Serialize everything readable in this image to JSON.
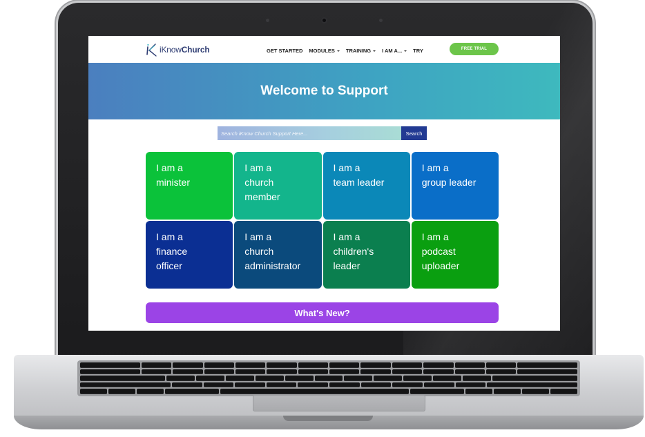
{
  "brand": {
    "name_prefix": "iKnow",
    "name_suffix": "Church"
  },
  "nav": {
    "items": [
      {
        "label": "GET STARTED",
        "dropdown": false
      },
      {
        "label": "MODULES",
        "dropdown": true
      },
      {
        "label": "TRAINING",
        "dropdown": true
      },
      {
        "label": "I AM A...",
        "dropdown": true
      },
      {
        "label": "TRY",
        "dropdown": false
      }
    ],
    "cta_label": "FREE TRIAL"
  },
  "hero": {
    "title": "Welcome to Support"
  },
  "search": {
    "placeholder": "Search iKnow Church Support Here...",
    "button_label": "Search"
  },
  "tiles": [
    {
      "label": "I am a\nminister",
      "color": "#0bc23a"
    },
    {
      "label": "I am a\nchurch\nmember",
      "color": "#13b58c"
    },
    {
      "label": "I am a\nteam leader",
      "color": "#0b88b8"
    },
    {
      "label": "I am a\ngroup leader",
      "color": "#0a6ec8"
    },
    {
      "label": "I am a\nfinance\nofficer",
      "color": "#0b2f93"
    },
    {
      "label": "I am a\nchurch\nadministrator",
      "color": "#0b4a7c"
    },
    {
      "label": "I am a\nchildren's\nleader",
      "color": "#0b7f4f"
    },
    {
      "label": "I am a\npodcast\nuploader",
      "color": "#0a9f10"
    }
  ],
  "whats_new": {
    "label": "What's New?",
    "color": "#9b44e6"
  },
  "colors": {
    "accent_green": "#6cc54a",
    "hero_start": "#4b7fbf",
    "hero_end": "#3eb9be",
    "search_button": "#223a93"
  }
}
